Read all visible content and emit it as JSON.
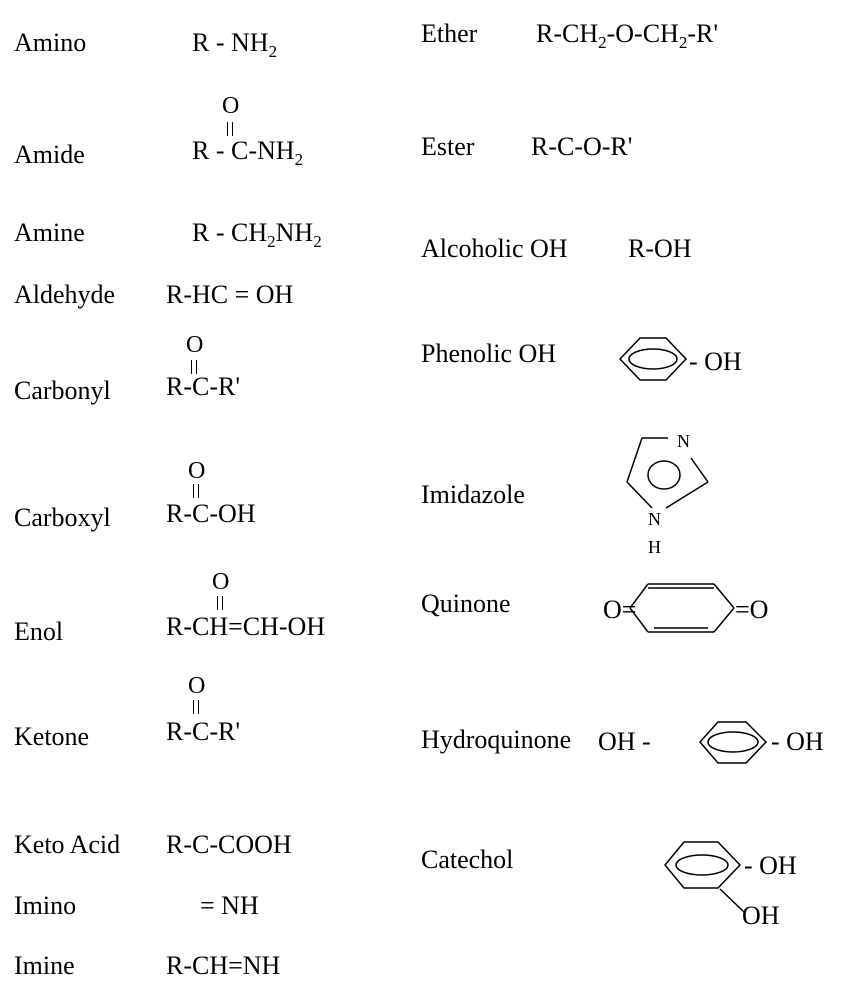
{
  "left": {
    "amino": {
      "name": "Amino",
      "formula": "R - NH",
      "sub": "2"
    },
    "amide": {
      "name": "Amide",
      "o": "O",
      "formula": "R - C-NH",
      "sub": "2"
    },
    "amine": {
      "name": "Amine",
      "formula_a": "R - CH",
      "sub1": "2",
      "formula_b": "NH",
      "sub2": "2"
    },
    "aldehyde": {
      "name": "Aldehyde",
      "formula": "R-HC = OH"
    },
    "carbonyl": {
      "name": "Carbonyl",
      "o": "O",
      "formula": "R-C-R'"
    },
    "carboxyl": {
      "name": "Carboxyl",
      "o": "O",
      "formula": "R-C-OH"
    },
    "enol": {
      "name": "Enol",
      "o": "O",
      "formula": "R-CH=CH-OH"
    },
    "ketone": {
      "name": "Ketone",
      "o": "O",
      "formula": "R-C-R'"
    },
    "keto_acid": {
      "name": "Keto Acid",
      "formula": "R-C-COOH"
    },
    "imino": {
      "name": "Imino",
      "formula": "= NH"
    },
    "imine": {
      "name": "Imine",
      "formula": "R-CH=NH"
    }
  },
  "right": {
    "ether": {
      "name": "Ether",
      "f1": "R-CH",
      "s1": "2",
      "f2": "-O-CH",
      "s2": "2",
      "f3": "-R'"
    },
    "ester": {
      "name": "Ester",
      "formula": "R-C-O-R'"
    },
    "alcoholic_oh": {
      "name": "Alcoholic OH",
      "formula": "R-OH"
    },
    "phenolic_oh": {
      "name": "Phenolic OH",
      "suffix": "- OH"
    },
    "imidazole": {
      "name": "Imidazole",
      "n_top": "N",
      "n_bottom": "N",
      "h": "H"
    },
    "quinone": {
      "name": "Quinone",
      "left": "O=",
      "right": "=O"
    },
    "hydroquinone": {
      "name": "Hydroquinone",
      "left": "OH -",
      "right": "- OH"
    },
    "catechol": {
      "name": "Catechol",
      "oh_right": "- OH",
      "oh_bottom": "OH"
    }
  }
}
